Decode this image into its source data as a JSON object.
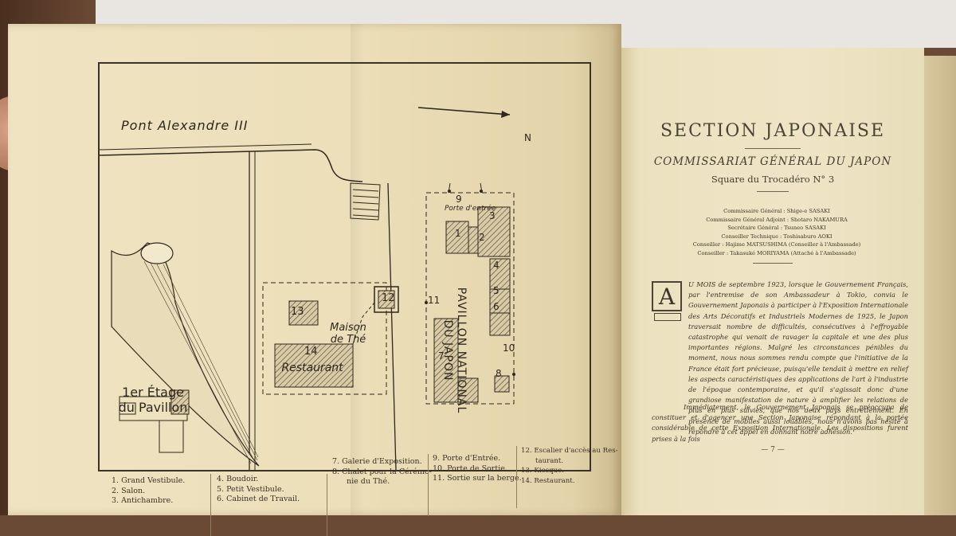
{
  "map": {
    "pont_label": "Pont Alexandre III",
    "etage_line1": "1er Étage",
    "etage_line2": "du Pavillon",
    "maison_line1": "Maison",
    "maison_line2": "de Thé",
    "restaurant_label": "Restaurant",
    "porte_label": "Porte d'entrée",
    "pavillon_line1": "PAVILLON NATIONAL",
    "pavillon_line2": "DU JAPON",
    "north_label": "N",
    "numbers": [
      "1",
      "2",
      "3",
      "4",
      "5",
      "6",
      "7",
      "8",
      "9",
      "10",
      "11",
      "12",
      "13",
      "14"
    ]
  },
  "legend": {
    "col1": [
      "1. Grand Vestibule.",
      "2. Salon.",
      "3. Antichambre."
    ],
    "col2": [
      "4. Boudoir.",
      "5. Petit Vestibule.",
      "6. Cabinet de Travail."
    ],
    "col3": [
      "7. Galerie d'Exposition.",
      "8. Chalet pour la Cérémo-",
      "nie du Thé."
    ],
    "col4": [
      "9. Porte d'Entrée.",
      "10. Porte de Sortie.",
      "11. Sortie sur la berge."
    ],
    "col5": [
      "12. Escalier d'accès au Res-",
      "taurant.",
      "13. Kiosque.",
      "14. Restaurant."
    ]
  },
  "right_page": {
    "title": "SECTION JAPONAISE",
    "subtitle": "COMMISSARIAT GÉNÉRAL DU JAPON",
    "address": "Square du Trocadéro N° 3",
    "staff": [
      "Commissaire Général : Shige-e SASAKI",
      "Commissaire Général Adjoint : Shotaro NAKAMURA",
      "Secrétaire Général : Tsuneo SASAKI",
      "Conseiller Technique : Toshisaburo AOKI",
      "Conseiller : Hajime MATSUSHIMA (Conseiller à l'Ambassade)",
      "Conseiller : Takasuké MORIYAMA (Attaché à l'Ambassade)"
    ],
    "dropcap": "A",
    "paragraph1": "U MOIS de septembre 1923, lorsque le Gouvernement Français, par l'entremise de son Ambassadeur à Tokio, convia le Gouvernement Japonais à participer à l'Exposition Internationale des Arts Décoratifs et Industriels Modernes de 1925, le Japon traversait nombre de difficultés, consécutives à l'effroyable catastrophe qui venait de ravager la capitale et une des plus importantes régions. Malgré les circonstances pénibles du moment, nous nous sommes rendu compte que l'initiative de la France était fort précieuse, puisqu'elle tendait à mettre en relief les aspects caractéristiques des applications de l'art à l'industrie de l'époque contemporaine, et qu'il s'agissait donc d'une grandiose manifestation de nature à amplifier les relations de plus en plus suivies, que nos deux pays entretiennent. En présence de mobiles aussi louables, nous n'avons pas hésité à répondre à cet appel en donnant notre adhésion.",
    "paragraph2": "Immédiatement, le Gouvernement Japonais se préoccupa de constituer et d'agencer une Section Japonaise répondant à la portée considérable de cette Exposition Internationale. Les dispositions furent prises à la fois",
    "page_number": "— 7 —"
  }
}
